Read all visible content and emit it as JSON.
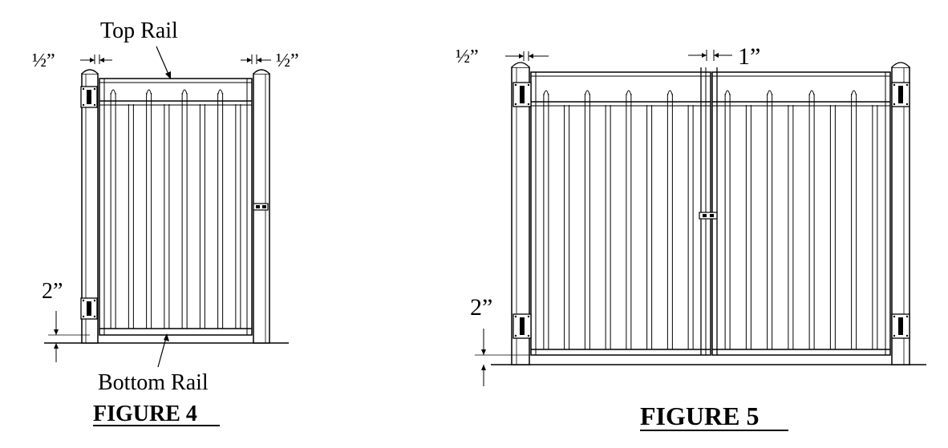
{
  "figure4": {
    "top_rail_label": "Top Rail",
    "bottom_rail_label": "Bottom Rail",
    "gap_left": "½”",
    "gap_right": "½”",
    "ground_clearance": "2”",
    "caption": "FIGURE 4",
    "picket_count": 8
  },
  "figure5": {
    "gap_left": "½”",
    "center_gap": "1”",
    "ground_clearance": "2”",
    "caption": "FIGURE 5",
    "pickets_per_leaf": 8
  }
}
